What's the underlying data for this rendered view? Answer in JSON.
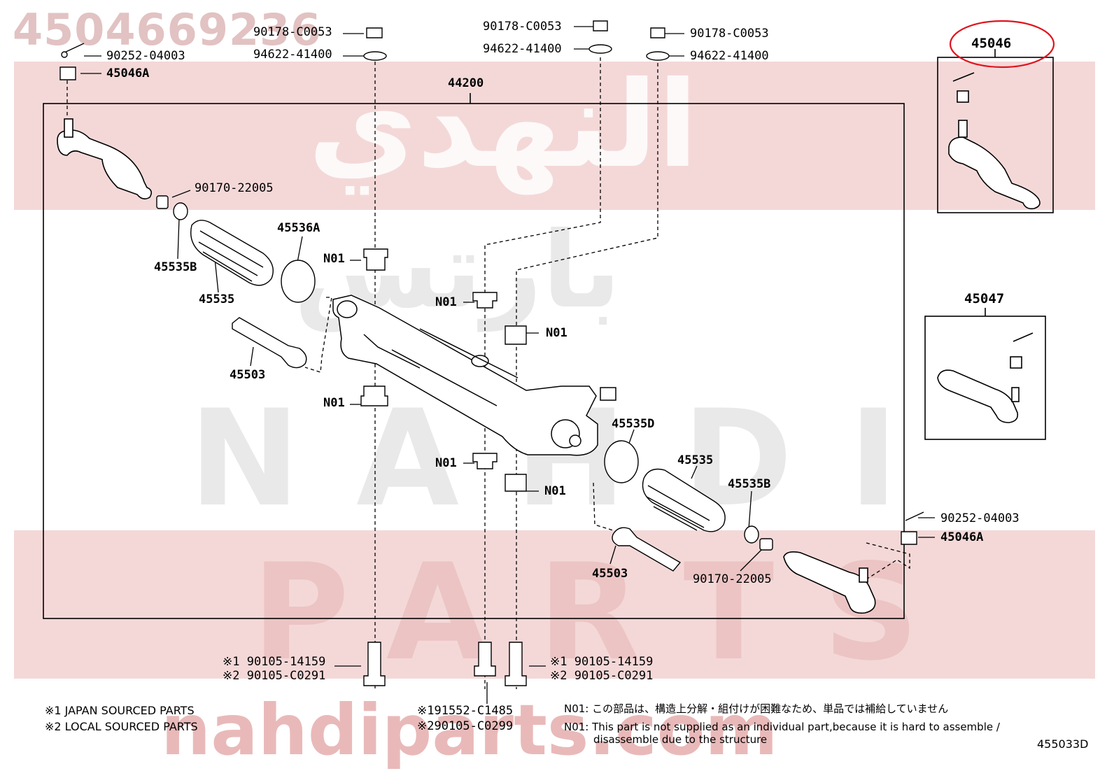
{
  "watermark": {
    "part_number": "4504669236",
    "arabic": "النهدي",
    "arabic2": "بارتس",
    "word1": "NAHDI",
    "word2": "PARTS",
    "site": "nahdiparts.com"
  },
  "labels": {
    "l90178_a": "90178-C0053",
    "l94622_a": "94622-41400",
    "l90252_a": "90252-04003",
    "l45046A_a": "45046A",
    "l90178_b": "90178-C0053",
    "l94622_b": "94622-41400",
    "l90178_c": "90178-C0053",
    "l94622_c": "94622-41400",
    "l44200": "44200",
    "l45046": "45046",
    "l90170_a": "90170-22005",
    "l45536A": "45536A",
    "l45535B_a": "45535B",
    "l45535_a": "45535",
    "lN01_1": "N01",
    "lN01_2": "N01",
    "lN01_3": "N01",
    "lN01_4": "N01",
    "lN01_5": "N01",
    "lN01_6": "N01",
    "l45503_a": "45503",
    "l45047": "45047",
    "l45535D": "45535D",
    "l45535_b": "45535",
    "l45535B_b": "45535B",
    "l90252_b": "90252-04003",
    "l45046A_b": "45046A",
    "l45503_b": "45503",
    "l90170_b": "90170-22005",
    "bolt_left_1": "※1 90105-14159",
    "bolt_left_2": "※2 90105-C0291",
    "bolt_right_1": "※1 90105-14159",
    "bolt_right_2": "※2 90105-C0291",
    "bolt_mid_1": "※191552-C1485",
    "bolt_mid_2": "※290105-C0299"
  },
  "notes": {
    "japan": "※1 JAPAN SOURCED PARTS",
    "local": "※2 LOCAL SOURCED PARTS",
    "n01_jp": "N01: この部品は、構造上分解・組付けが困難なため、単品では補給していません",
    "n01_en_1": "N01: This part is not supplied as an individual part,because it is hard to assemble /",
    "n01_en_2": "disassemble due to the structure",
    "diagram_code": "455033D"
  },
  "colors": {
    "highlight_circle": "#e0141e",
    "watermark_band": "#f4d8d8",
    "line": "#000000"
  }
}
